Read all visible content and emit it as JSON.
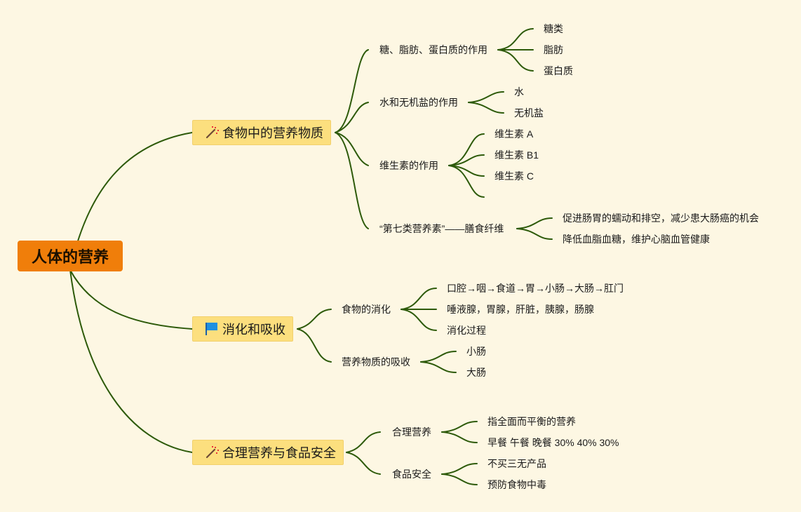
{
  "root": "人体的营养",
  "topics": {
    "food": {
      "label": "食物中的营养物质",
      "icon": "magic-wand-icon",
      "sub": {
        "sfp": {
          "label": "糖、脂肪、蛋白质的作用",
          "items": [
            "糖类",
            "脂肪",
            "蛋白质"
          ]
        },
        "water": {
          "label": "水和无机盐的作用",
          "items": [
            "水",
            "无机盐"
          ]
        },
        "vit": {
          "label": "维生素的作用",
          "items": [
            "维生素 A",
            "维生素 B1",
            "维生素 C"
          ]
        },
        "fiber": {
          "label": "“第七类营养素”——膳食纤维",
          "items": [
            "促进肠胃的蠕动和排空，减少患大肠癌的机会",
            "降低血脂血糖，维护心脑血管健康"
          ]
        }
      }
    },
    "digest": {
      "label": "消化和吸收",
      "icon": "flag-icon",
      "sub": {
        "digestion": {
          "label": "食物的消化",
          "items": [
            "口腔→咽→食道→胃→小肠→大肠→肛门",
            "唾液腺，胃腺，肝脏，胰腺，肠腺",
            "消化过程"
          ]
        },
        "absorb": {
          "label": "营养物质的吸收",
          "items": [
            "小肠",
            "大肠"
          ]
        }
      }
    },
    "safety": {
      "label": "合理营养与食品安全",
      "icon": "magic-wand-icon",
      "sub": {
        "nutrition": {
          "label": "合理营养",
          "items": [
            "指全面而平衡的营养",
            "早餐 午餐 晚餐 30% 40% 30%"
          ]
        },
        "foodsafe": {
          "label": "食品安全",
          "items": [
            "不买三无产品",
            "预防食物中毒"
          ]
        }
      }
    }
  },
  "colors": {
    "background": "#fdf7e3",
    "root": "#f07e0a",
    "topic": "#fcdf7e",
    "link": "#2d5a0a",
    "flag": "#1e90e0"
  }
}
